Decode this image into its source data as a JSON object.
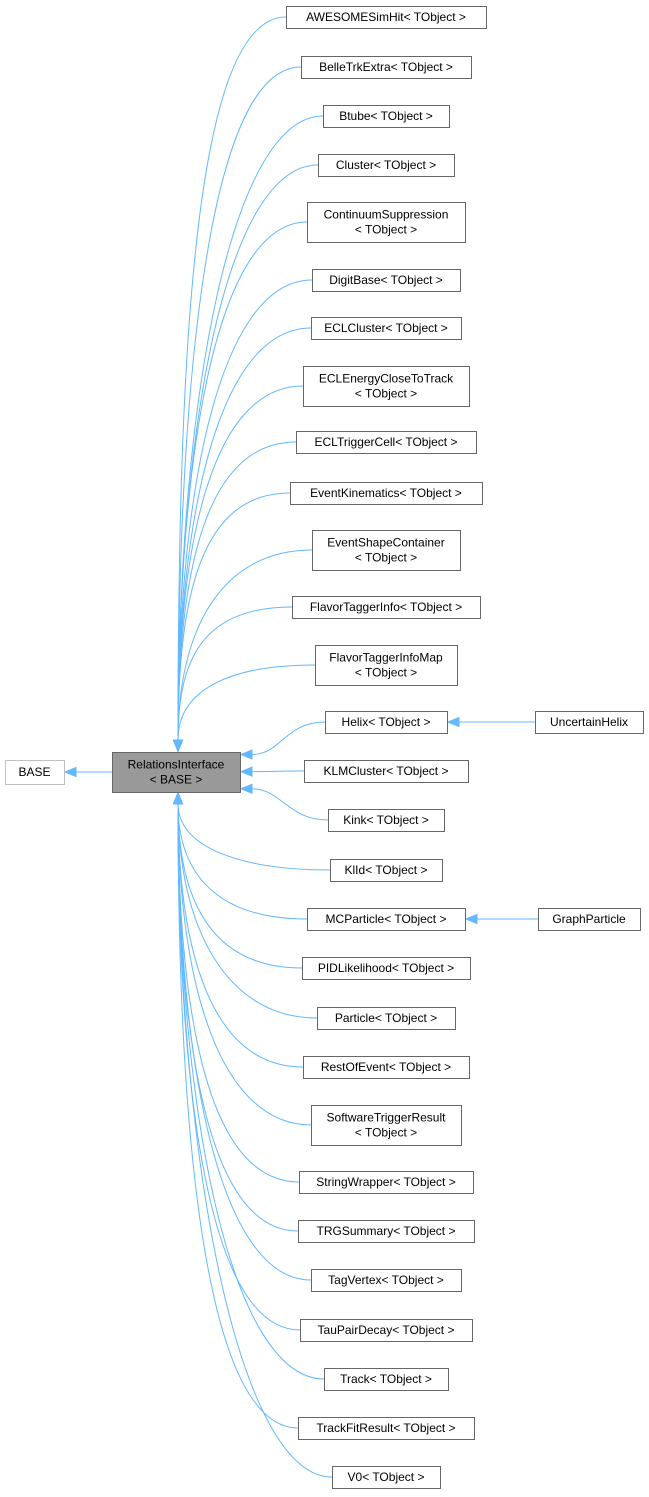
{
  "diagram": {
    "base": {
      "label": "BASE"
    },
    "focus": {
      "lines": [
        "RelationsInterface",
        "< BASE >"
      ]
    },
    "derived": [
      {
        "lines": [
          "AWESOMESimHit< TObject >"
        ]
      },
      {
        "lines": [
          "BelleTrkExtra< TObject >"
        ]
      },
      {
        "lines": [
          "Btube< TObject >"
        ]
      },
      {
        "lines": [
          "Cluster< TObject >"
        ]
      },
      {
        "lines": [
          "ContinuumSuppression",
          "< TObject >"
        ]
      },
      {
        "lines": [
          "DigitBase< TObject >"
        ]
      },
      {
        "lines": [
          "ECLCluster< TObject >"
        ]
      },
      {
        "lines": [
          "ECLEnergyCloseToTrack",
          "< TObject >"
        ]
      },
      {
        "lines": [
          "ECLTriggerCell< TObject >"
        ]
      },
      {
        "lines": [
          "EventKinematics< TObject >"
        ]
      },
      {
        "lines": [
          "EventShapeContainer",
          "< TObject >"
        ]
      },
      {
        "lines": [
          "FlavorTaggerInfo< TObject >"
        ]
      },
      {
        "lines": [
          "FlavorTaggerInfoMap",
          "< TObject >"
        ]
      },
      {
        "lines": [
          "Helix< TObject >"
        ],
        "child": "UncertainHelix"
      },
      {
        "lines": [
          "KLMCluster< TObject >"
        ]
      },
      {
        "lines": [
          "Kink< TObject >"
        ]
      },
      {
        "lines": [
          "KlId< TObject >"
        ]
      },
      {
        "lines": [
          "MCParticle< TObject >"
        ],
        "child": "GraphParticle"
      },
      {
        "lines": [
          "PIDLikelihood< TObject >"
        ]
      },
      {
        "lines": [
          "Particle< TObject >"
        ]
      },
      {
        "lines": [
          "RestOfEvent< TObject >"
        ]
      },
      {
        "lines": [
          "SoftwareTriggerResult",
          "< TObject >"
        ]
      },
      {
        "lines": [
          "StringWrapper< TObject >"
        ]
      },
      {
        "lines": [
          "TRGSummary< TObject >"
        ]
      },
      {
        "lines": [
          "TagVertex< TObject >"
        ]
      },
      {
        "lines": [
          "TauPairDecay< TObject >"
        ]
      },
      {
        "lines": [
          "Track< TObject >"
        ]
      },
      {
        "lines": [
          "TrackFitResult< TObject >"
        ]
      },
      {
        "lines": [
          "V0< TObject >"
        ]
      }
    ]
  }
}
